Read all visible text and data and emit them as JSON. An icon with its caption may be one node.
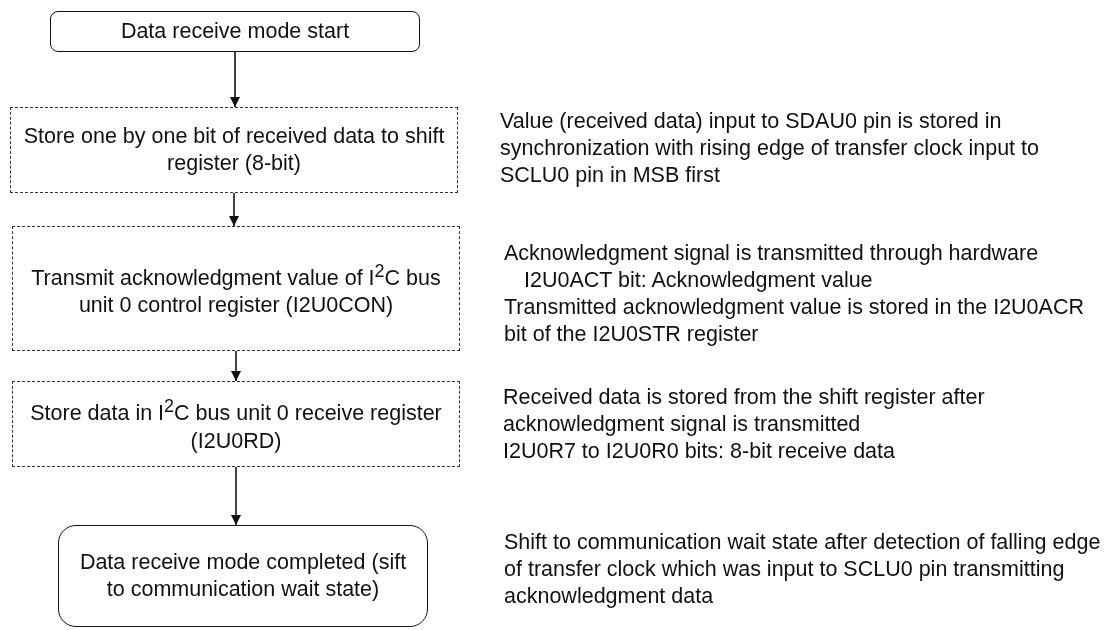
{
  "diagram": {
    "nodes": [
      {
        "text": [
          "Data receive mode start"
        ]
      },
      {
        "text": [
          "Store one by one bit of received data to shift register (8-bit)"
        ],
        "beside": [
          "Value (received data) input to SDAU0 pin is stored in synchronization with rising edge of transfer clock input to SCLU0 pin in MSB first"
        ]
      },
      {
        "text": [
          "Transmit acknowledgment value of I$^{2}$C bus unit 0 control register (I2U0CON)"
        ],
        "beside": [
          "Acknowledgment signal is transmitted through hardware",
          "I2U0ACT bit: Acknowledgment value",
          "Transmitted acknowledgment value is stored in the I2U0ACR bit of the I2U0STR register"
        ]
      },
      {
        "text": [
          "Store data in I$^{2}$C bus unit 0 receive register (I2U0RD)"
        ],
        "beside": [
          "Received data is stored from the shift register after acknowledgment signal is transmitted",
          "I2U0R7 to I2U0R0 bits: 8-bit receive data"
        ]
      },
      {
        "text": [
          "Data receive mode completed (sift to communication wait state)"
        ],
        "beside": [
          "Shift to communication wait state after detection of falling edge of transfer clock which was input to SCLU0 pin transmitting acknowledgment data"
        ]
      }
    ],
    "edges": [
      {
        "from": 0,
        "to": 1,
        "arrow": "to"
      },
      {
        "from": 1,
        "to": 2,
        "arrow": "to"
      },
      {
        "from": 2,
        "to": 3,
        "arrow": "to"
      },
      {
        "from": 3,
        "to": 4,
        "arrow": "to"
      }
    ]
  }
}
